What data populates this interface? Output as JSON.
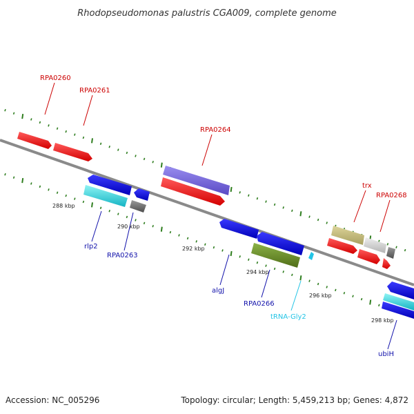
{
  "title": "Rhodopseudomonas palustris CGA009, complete genome",
  "footer": {
    "accession": "Accession: NC_005296",
    "summary": "Topology: circular; Length: 5,459,213 bp; Genes: 4,872"
  },
  "colors": {
    "backbone": "#8a8a8a",
    "tick": "#2e7d1e",
    "forward_label": "#cc0000",
    "reverse_label": "#1010aa",
    "trna_label": "#1fb8d8"
  },
  "ticks": [
    {
      "label": "288 kbp"
    },
    {
      "label": "290 kbp"
    },
    {
      "label": "292 kbp"
    },
    {
      "label": "294 kbp"
    },
    {
      "label": "296 kbp"
    },
    {
      "label": "298 kbp"
    }
  ],
  "features": [
    {
      "name": "RPA0260",
      "color": "#ff0000"
    },
    {
      "name": "RPA0261",
      "color": "#ff0000"
    },
    {
      "name": "RPA0264",
      "color": "#ff0000"
    },
    {
      "name": "trx",
      "color": "#ff0000"
    },
    {
      "name": "RPA0268",
      "color": "#ff0000"
    },
    {
      "name": "rlp2",
      "color": "#0000ff"
    },
    {
      "name": "RPA0263",
      "color": "#0000ff"
    },
    {
      "name": "algJ",
      "color": "#0000ff"
    },
    {
      "name": "RPA0266",
      "color": "#0000ff"
    },
    {
      "name": "tRNA-Gly2",
      "color": "#22c4e6"
    },
    {
      "name": "ubiH",
      "color": "#0000ff"
    }
  ]
}
